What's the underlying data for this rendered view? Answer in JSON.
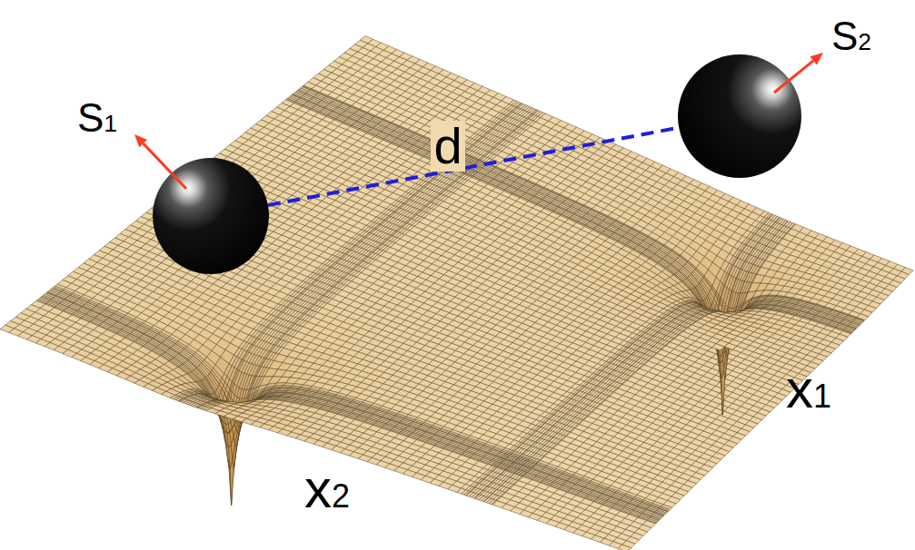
{
  "diagram": {
    "nodes": [
      {
        "text": [
          "S1"
        ]
      },
      {
        "text": [
          "S2"
        ]
      }
    ],
    "edges": [
      {
        "from": 0,
        "to": 1,
        "arrow": "none",
        "label": "d"
      }
    ],
    "labels": [
      "x1",
      "x2"
    ]
  }
}
